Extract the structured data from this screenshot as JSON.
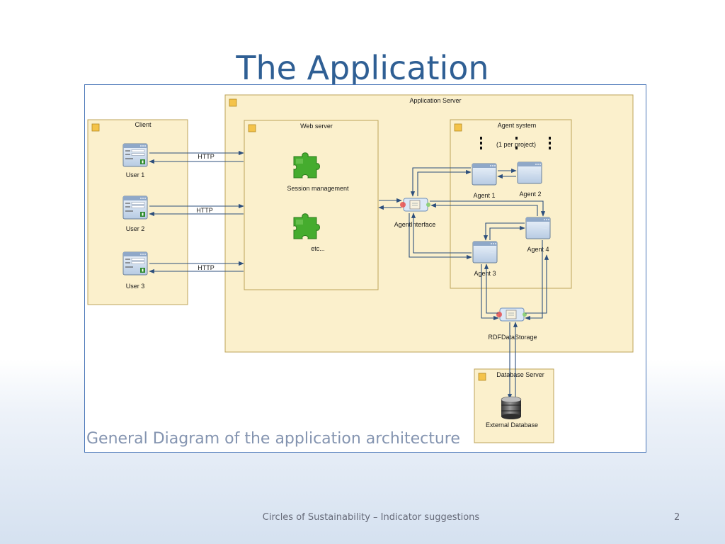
{
  "slide": {
    "title": "The Application",
    "caption": "General Diagram of the application architecture",
    "footer": "Circles of Sustainability – Indicator suggestions",
    "page_number": "2"
  },
  "diagram": {
    "application_server_label": "Application Server",
    "client": {
      "label": "Client",
      "users": [
        "User 1",
        "User 2",
        "User 3"
      ],
      "protocol_label": "HTTP"
    },
    "web_server": {
      "label": "Web server",
      "components": [
        "Session management",
        "etc..."
      ]
    },
    "agent_system": {
      "label": "Agent system",
      "note": "(1 per project)",
      "agents": [
        "Agent 1",
        "Agent 2",
        "Agent 3",
        "Agent 4"
      ]
    },
    "agent_interface_label": "AgentInterface",
    "rdf_storage_label": "RDFDataStorage",
    "database_server": {
      "label": "Database Server",
      "database_label": "External Database"
    }
  },
  "colors": {
    "title": "#2f5f94",
    "package_fill": "#fbf0cc",
    "component_green": "#3da02a",
    "connector": "#2d4f7d"
  },
  "icons": {
    "package": "package-icon",
    "user_window": "user-window-icon",
    "component": "puzzle-piece-icon",
    "agent": "window-icon",
    "interface": "interface-component-icon",
    "database": "database-icon"
  }
}
